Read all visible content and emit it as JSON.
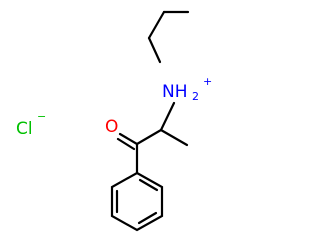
{
  "molecule": {
    "atoms": {
      "nitrogen": {
        "symbol": "NH",
        "subscript": "2",
        "charge": "+",
        "color": "#0000ff"
      },
      "oxygen": {
        "symbol": "O",
        "color": "#ff0000"
      },
      "chlorine": {
        "symbol": "Cl",
        "charge": "−",
        "color": "#00c000"
      }
    },
    "bond_color": "#000000"
  }
}
